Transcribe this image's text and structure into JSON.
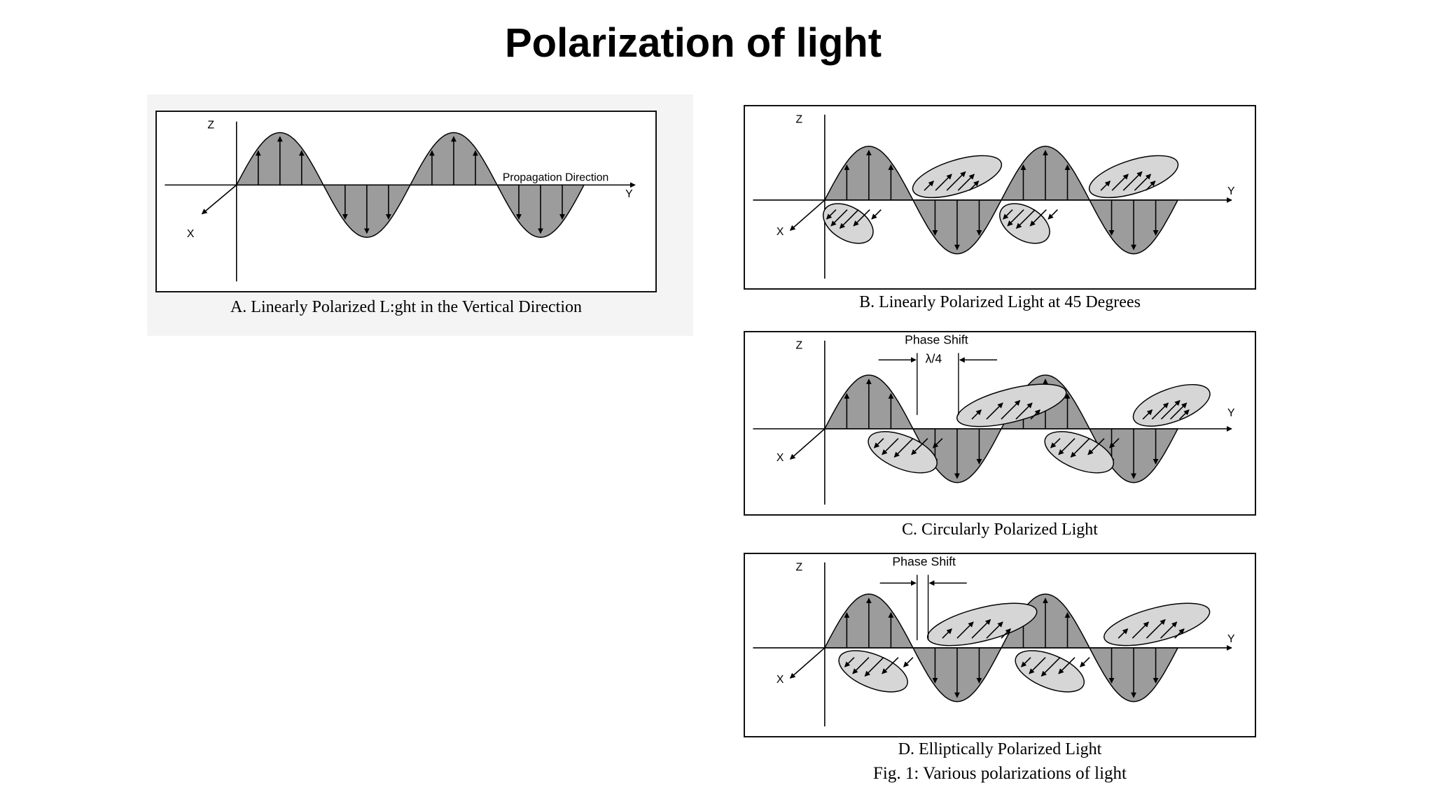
{
  "slide": {
    "title": "Polarization of light"
  },
  "panels": [
    {
      "id": "A",
      "caption": "A. Linearly Polarized L:ght in the Vertical Direction",
      "axis_z": "Z",
      "axis_x": "X",
      "axis_y": "Y",
      "propagation_label": "Propagation Direction"
    },
    {
      "id": "B",
      "caption": "B. Linearly Polarized Light at 45 Degrees",
      "axis_z": "Z",
      "axis_x": "X",
      "axis_y": "Y"
    },
    {
      "id": "C",
      "caption": "C. Circularly Polarized Light",
      "axis_z": "Z",
      "axis_x": "X",
      "axis_y": "Y",
      "phase_shift_label": "Phase Shift",
      "phase_shift_value": "λ/4"
    },
    {
      "id": "D",
      "caption": "D. Elliptically Polarized Light",
      "axis_z": "Z",
      "axis_x": "X",
      "axis_y": "Y",
      "phase_shift_label": "Phase Shift"
    }
  ],
  "figure": {
    "caption": "Fig. 1: Various polarizations of light"
  },
  "colors": {
    "wave_fill": "#9c9c9c",
    "hatch_fill": "#d6d6d6",
    "panel_bg": "#f4f4f4"
  }
}
